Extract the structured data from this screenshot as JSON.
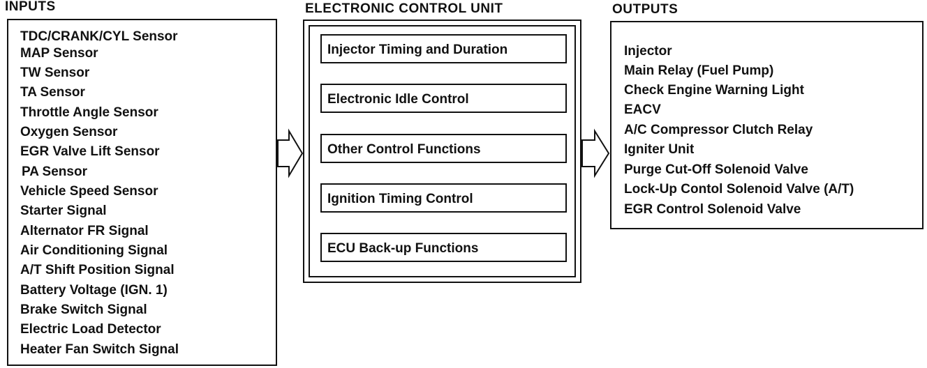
{
  "inputs": {
    "heading": "INPUTS",
    "items": [
      "TDC/CRANK/CYL  Sensor",
      "MAP Sensor",
      "TW Sensor",
      "TA Sensor",
      "Throttle Angle Sensor",
      "Oxygen Sensor",
      "EGR Valve Lift Sensor",
      "PA Sensor",
      "Vehicle Speed Sensor",
      "Starter Signal",
      "Alternator FR Signal",
      "Air Conditioning Signal",
      "A/T Shift Position Signal",
      "Battery Voltage (IGN. 1)",
      "Brake Switch Signal",
      "Electric Load Detector",
      "Heater Fan Switch Signal"
    ]
  },
  "ecu": {
    "heading": "ELECTRONIC CONTROL UNIT",
    "functions": [
      "Injector Timing and Duration",
      "Electronic Idle Control",
      "Other Control Functions",
      "Ignition Timing Control",
      "ECU Back-up Functions"
    ]
  },
  "outputs": {
    "heading": "OUTPUTS",
    "items": [
      "Injector",
      "Main Relay (Fuel Pump)",
      "Check Engine  Warning Light",
      "EACV",
      "A/C Compressor Clutch Relay",
      "Igniter Unit",
      "Purge Cut-Off Solenoid Valve",
      "Lock-Up Contol Solenoid Valve (A/T)",
      "EGR Control Solenoid Valve"
    ]
  }
}
